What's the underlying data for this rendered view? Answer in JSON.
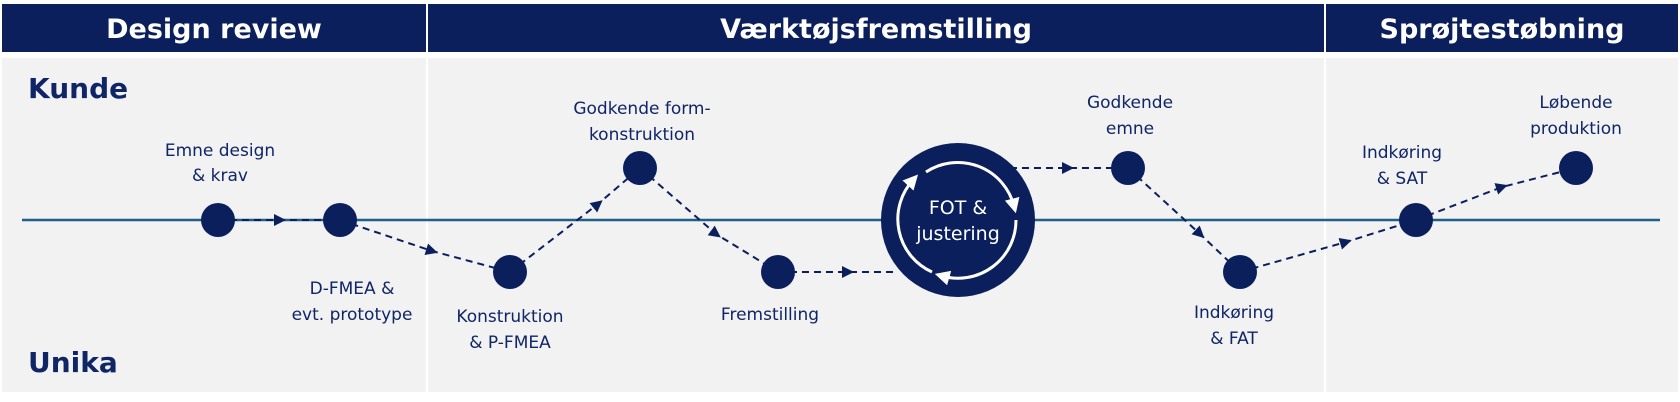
{
  "colors": {
    "navy": "#0a1f5c",
    "body": "#f2f2f2",
    "axis": "#1f5f8b"
  },
  "phases": [
    {
      "label": "Design review"
    },
    {
      "label": "Værktøjsfremstilling"
    },
    {
      "label": "Sprøjtestøbning"
    }
  ],
  "lanes": {
    "top": "Kunde",
    "bottom": "Unika"
  },
  "steps": [
    {
      "id": "emne-design",
      "lines": [
        "Emne design",
        "& krav"
      ]
    },
    {
      "id": "d-fmea",
      "lines": [
        "D-FMEA &",
        "evt. prototype"
      ]
    },
    {
      "id": "konstruktion",
      "lines": [
        "Konstruktion",
        "& P-FMEA"
      ]
    },
    {
      "id": "godkende-form",
      "lines": [
        "Godkende form-",
        "konstruktion"
      ]
    },
    {
      "id": "fremstilling",
      "lines": [
        "Fremstilling"
      ]
    },
    {
      "id": "fot",
      "lines": [
        "FOT &",
        "justering"
      ]
    },
    {
      "id": "godkende-emne",
      "lines": [
        "Godkende",
        "emne"
      ]
    },
    {
      "id": "indkoring-fat",
      "lines": [
        "Indkøring",
        "& FAT"
      ]
    },
    {
      "id": "indkoring-sat",
      "lines": [
        "Indkøring",
        "& SAT"
      ]
    },
    {
      "id": "lobende",
      "lines": [
        "Løbende",
        "produktion"
      ]
    }
  ]
}
